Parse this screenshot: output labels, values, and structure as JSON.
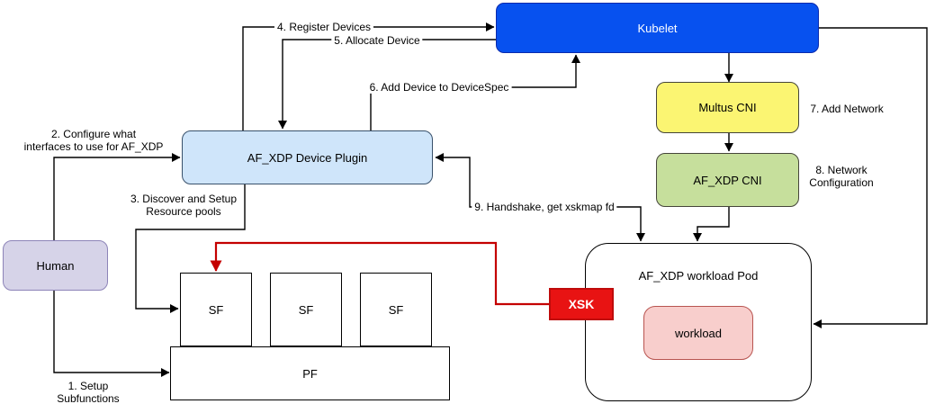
{
  "diagram": {
    "nodes": {
      "kubelet": {
        "label": "Kubelet",
        "fill": "#0751ef",
        "border": "#0b2bad",
        "text_color": "#ffffff"
      },
      "device_plugin": {
        "label": "AF_XDP Device Plugin",
        "fill": "#cfe5fa",
        "border": "#39516b",
        "text_color": "#000000"
      },
      "human": {
        "label": "Human",
        "fill": "#d6d3e8",
        "border": "#8d84b8",
        "text_color": "#000000"
      },
      "multus_cni": {
        "label": "Multus CNI",
        "fill": "#fbf572",
        "border": "#45453a",
        "text_color": "#000000"
      },
      "af_xdp_cni": {
        "label": "AF_XDP CNI",
        "fill": "#c6df9c",
        "border": "#45453a",
        "text_color": "#000000"
      },
      "sf1": {
        "label": "SF",
        "fill": "#ffffff",
        "border": "#000000",
        "text_color": "#000000"
      },
      "sf2": {
        "label": "SF",
        "fill": "#ffffff",
        "border": "#000000",
        "text_color": "#000000"
      },
      "sf3": {
        "label": "SF",
        "fill": "#ffffff",
        "border": "#000000",
        "text_color": "#000000"
      },
      "pf": {
        "label": "PF",
        "fill": "#ffffff",
        "border": "#000000",
        "text_color": "#000000"
      },
      "workload_pod": {
        "label": "AF_XDP workload Pod",
        "fill": "#ffffff",
        "border": "#000000",
        "text_color": "#000000"
      },
      "workload": {
        "label": "workload",
        "fill": "#f8cecc",
        "border": "#b85450",
        "text_color": "#000000"
      },
      "xsk": {
        "label": "XSK",
        "fill": "#e81313",
        "border": "#bf0b0b",
        "text_color": "#ffffff"
      }
    },
    "edge_labels": {
      "step1": "1. Setup\nSubfunctions",
      "step2": "2. Configure what\ninterfaces to use for AF_XDP",
      "step3": "3. Discover and Setup\nResource pools",
      "step4": "4. Register Devices",
      "step5": "5. Allocate Device",
      "step6": "6. Add Device to DeviceSpec",
      "step7": "7. Add Network",
      "step8": "8. Network\nConfiguration",
      "step9": "9. Handshake, get xskmap fd"
    },
    "edge_colors": {
      "default": "#000000",
      "xsk_link": "#c40000"
    }
  }
}
